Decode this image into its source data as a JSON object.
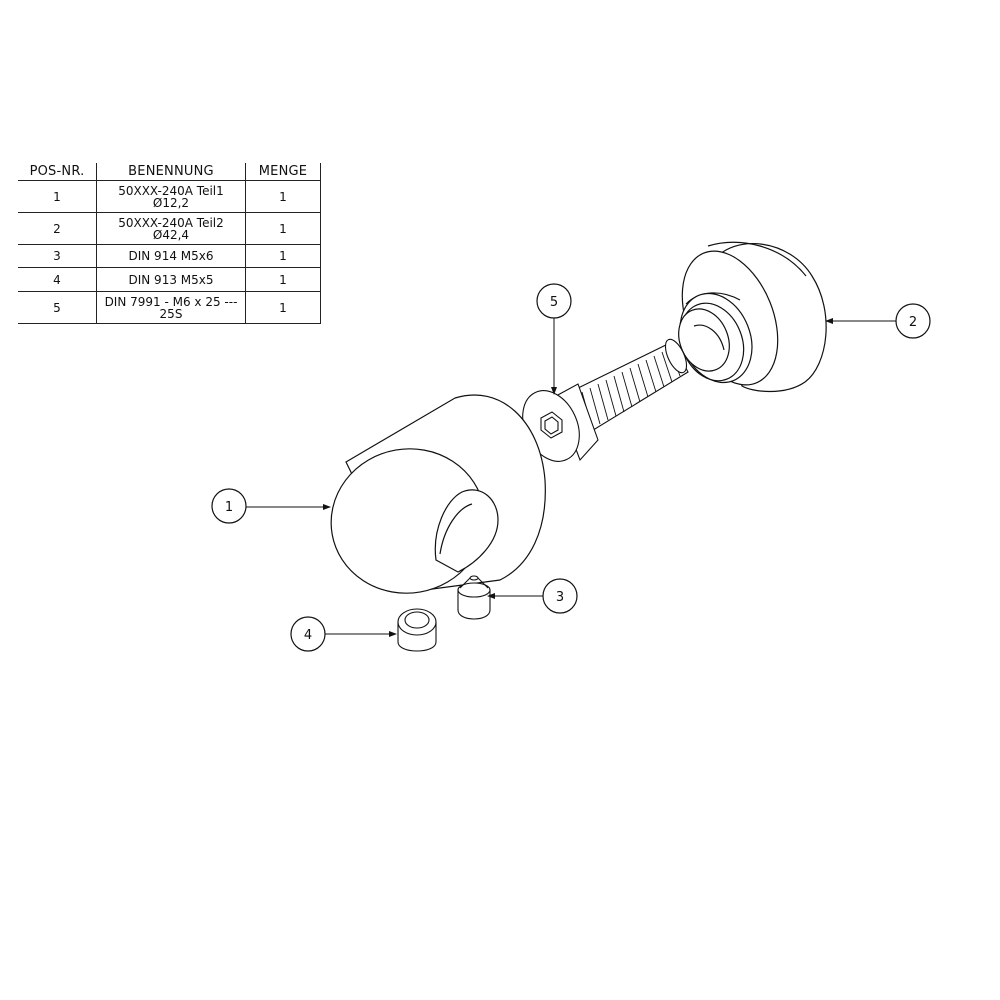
{
  "bom": {
    "headers": {
      "pos": "POS-NR.",
      "name": "BENENNUNG",
      "qty": "MENGE"
    },
    "rows": [
      {
        "pos": "1",
        "name": "50XXX-240A Teil1\nØ12,2",
        "qty": "1"
      },
      {
        "pos": "2",
        "name": "50XXX-240A Teil2\nØ42,4",
        "qty": "1"
      },
      {
        "pos": "3",
        "name": "DIN 914 M5x6",
        "qty": "1"
      },
      {
        "pos": "4",
        "name": "DIN 913 M5x5",
        "qty": "1"
      },
      {
        "pos": "5",
        "name": "DIN 7991 - M6 x 25 ---\n25S",
        "qty": "1"
      }
    ]
  },
  "balloons": {
    "b1": "1",
    "b2": "2",
    "b3": "3",
    "b4": "4",
    "b5": "5"
  }
}
